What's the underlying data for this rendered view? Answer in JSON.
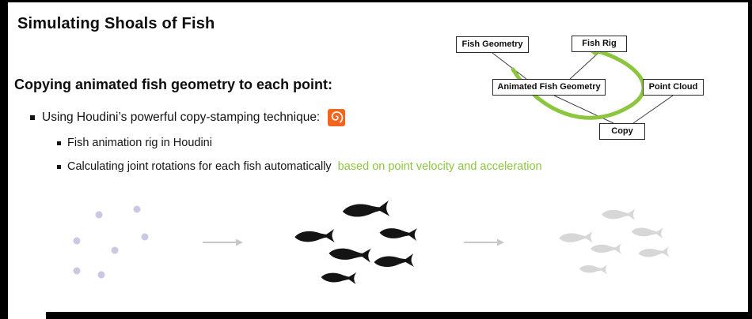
{
  "slide": {
    "title": "Simulating Shoals of Fish",
    "heading": "Copying animated fish geometry to each point:",
    "bullets": [
      {
        "level": 1,
        "text": "Using Houdini’s powerful copy-stamping technique:"
      },
      {
        "level": 2,
        "text": "Fish animation rig in Houdini"
      },
      {
        "level": 2,
        "text": "Calculating joint rotations for each fish automatically",
        "highlight": "based on point velocity and acceleration"
      }
    ]
  },
  "diagram": {
    "nodes": [
      {
        "id": "fish-geometry",
        "label": "Fish Geometry"
      },
      {
        "id": "fish-rig",
        "label": "Fish Rig"
      },
      {
        "id": "animated-fish-geometry",
        "label": "Animated Fish Geometry"
      },
      {
        "id": "point-cloud",
        "label": "Point Cloud"
      },
      {
        "id": "copy",
        "label": "Copy"
      }
    ]
  },
  "icons": {
    "houdini_logo": "houdini-swirl-icon",
    "flow_arrow": "right-arrow-icon"
  },
  "colors": {
    "highlight_green": "#8cc63f",
    "houdini_orange": "#f3641e",
    "point_dot": "#c9c9e4",
    "fish_black": "#141414",
    "fish_ghost": "#d7d7d7",
    "arrow_gray": "#c8c8c8"
  }
}
